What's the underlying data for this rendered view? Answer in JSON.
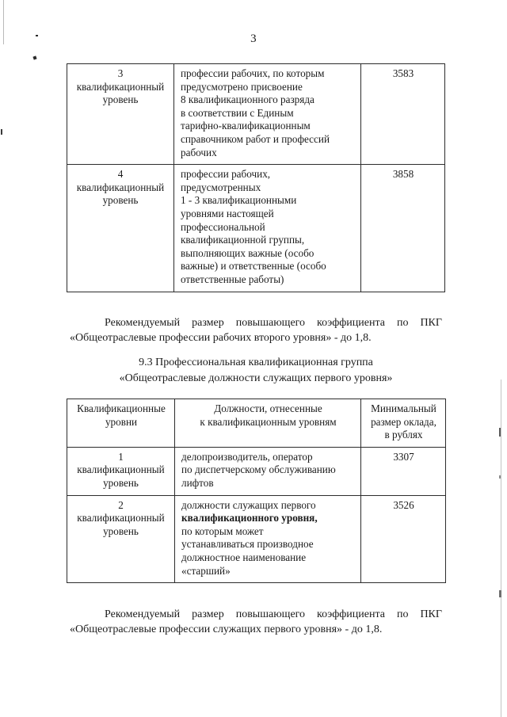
{
  "document": {
    "page_number": "3"
  },
  "table_one": {
    "rows": [
      {
        "level": [
          "3",
          "квалификационный",
          "уровень"
        ],
        "description": [
          "профессии рабочих, по которым",
          "предусмотрено присвоение",
          "8 квалификационного разряда",
          "в соответствии с Единым",
          "тарифно-квалификационным",
          "справочником работ и профессий",
          "рабочих"
        ],
        "amount": "3583"
      },
      {
        "level": [
          "4",
          "квалификационный",
          "уровень"
        ],
        "description": [
          "профессии рабочих,",
          "предусмотренных",
          "1 - 3 квалификационными",
          "уровнями настоящей",
          "профессиональной",
          "квалификационной группы,",
          "выполняющих важные (особо",
          "важные) и ответственные (особо",
          "ответственные работы)"
        ],
        "amount": "3858"
      }
    ]
  },
  "paragraph_one": "Рекомендуемый размер повышающего коэффициента по ПКГ «Общеотраслевые профессии рабочих второго уровня» - до 1,8.",
  "section_heading_93": {
    "line1": "9.3 Профессиональная квалификационная группа",
    "line2": "«Общеотраслевые должности служащих первого уровня»"
  },
  "table_two": {
    "header": {
      "level": [
        "Квалификационные",
        "уровни"
      ],
      "description": [
        "Должности, отнесенные",
        "к квалификационным уровням"
      ],
      "amount": [
        "Минимальный",
        "размер оклада,",
        "в рублях"
      ]
    },
    "rows": [
      {
        "level": [
          "1",
          "квалификационный",
          "уровень"
        ],
        "description": [
          "делопроизводитель, оператор",
          "по диспетчерскому обслуживанию",
          "лифтов"
        ],
        "amount": "3307"
      },
      {
        "level": [
          "2",
          "квалификационный",
          "уровень"
        ],
        "description": [
          "должности служащих первого",
          "квалификационного уровня,",
          "по которым может",
          "устанавливаться производное",
          "должностное наименование",
          "«старший»"
        ],
        "description_bold_index": 1,
        "amount": "3526"
      }
    ]
  },
  "paragraph_two": "Рекомендуемый размер повышающего коэффициента по ПКГ «Общеотраслевые профессии служащих первого уровня» - до 1,8."
}
